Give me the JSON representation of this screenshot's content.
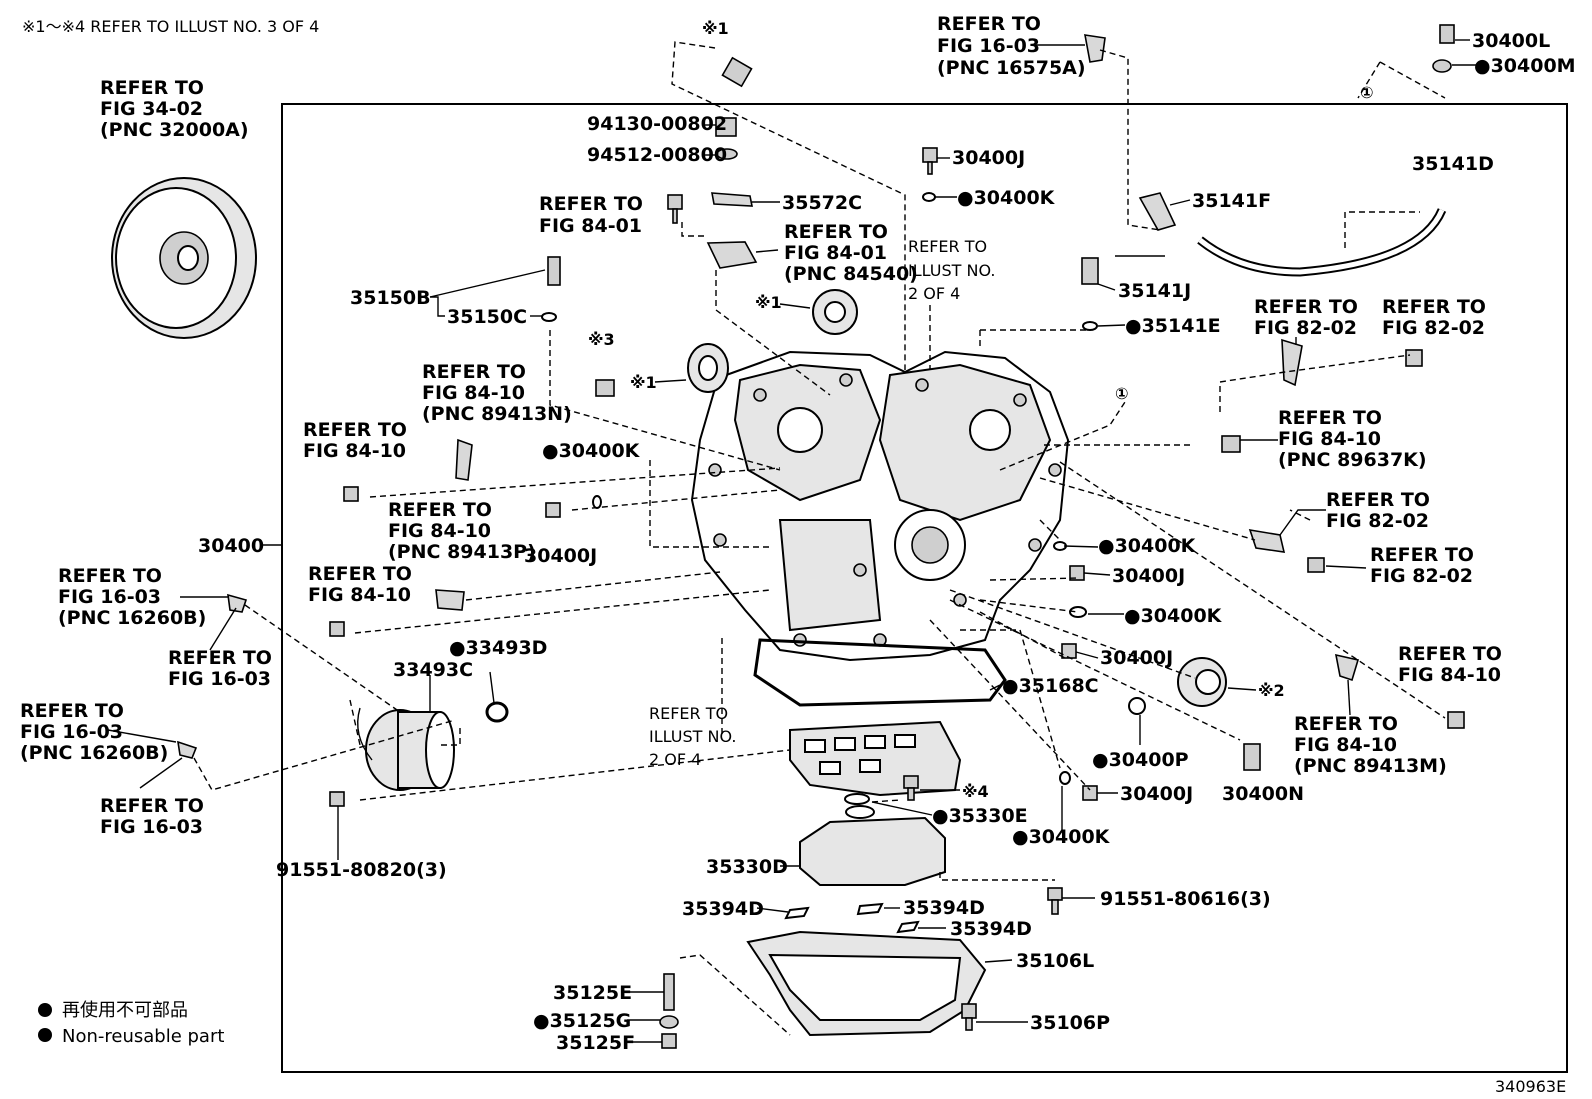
{
  "header_note": "※1～※4 REFER TO ILLUST NO. 3 OF 4",
  "footer_code": "340963E",
  "legend": {
    "japanese": "再使用不可部品",
    "english": "Non-reusable part"
  },
  "labels": {
    "l_30400L": "30400L",
    "l_30400M": "●30400M",
    "l_c1_top": "①",
    "l_c1_mid": "①",
    "l_fig1603_top_1": "REFER TO",
    "l_fig1603_top_2": "FIG 16-03",
    "l_fig1603_top_3": "(PNC 16575A)",
    "l_fig3402_1": "REFER TO",
    "l_fig3402_2": "FIG 34-02",
    "l_fig3402_3": "(PNC 32000A)",
    "l_x1_top": "※1",
    "l_94130": "94130-00802",
    "l_94512": "94512-00800",
    "l_30400J_a": "30400J",
    "l_30400K_a": "●30400K",
    "l_35572C": "35572C",
    "l_fig8401_a_1": "REFER TO",
    "l_fig8401_a_2": "FIG 84-01",
    "l_fig8401_b_1": "REFER TO",
    "l_fig8401_b_2": "FIG 84-01",
    "l_fig8401_b_3": "(PNC 84540)",
    "l_illust2_a_1": "REFER TO",
    "l_illust2_a_2": "ILLUST NO.",
    "l_illust2_a_3": "2 OF 4",
    "l_35141D": "35141D",
    "l_35141F": "35141F",
    "l_35141J": "35141J",
    "l_35141E": "●35141E",
    "l_35150B": "35150B",
    "l_35150C": "35150C",
    "l_x1_mid": "※1",
    "l_x1_left": "※1",
    "l_x3": "※3",
    "l_fig8410_a_1": "REFER TO",
    "l_fig8410_a_2": "FIG 84-10",
    "l_fig8410_a_3": "(PNC 89413N)",
    "l_fig8410_b_1": "REFER TO",
    "l_fig8410_b_2": "FIG 84-10",
    "l_30400K_b": "●30400K",
    "l_fig8410_c_1": "REFER TO",
    "l_fig8410_c_2": "FIG 84-10",
    "l_fig8410_c_3": "(PNC 89413P)",
    "l_30400J_b": "30400J",
    "l_30400": "30400",
    "l_fig1603_l1_1": "REFER TO",
    "l_fig1603_l1_2": "FIG 16-03",
    "l_fig1603_l1_3": "(PNC 16260B)",
    "l_fig1603_l2_1": "REFER TO",
    "l_fig1603_l2_2": "FIG 16-03",
    "l_fig8410_d_1": "REFER TO",
    "l_fig8410_d_2": "FIG 84-10",
    "l_33493D": "●33493D",
    "l_33493C": "33493C",
    "l_fig1603_l3_1": "REFER TO",
    "l_fig1603_l3_2": "FIG 16-03",
    "l_fig1603_l3_3": "(PNC 16260B)",
    "l_fig1603_l4_1": "REFER TO",
    "l_fig1603_l4_2": "FIG 16-03",
    "l_91551_80820": "91551-80820(3)",
    "l_fig8202_a_1": "REFER TO",
    "l_fig8202_a_2": "FIG 82-02",
    "l_fig8202_b_1": "REFER TO",
    "l_fig8202_b_2": "FIG 82-02",
    "l_fig8410_e_1": "REFER TO",
    "l_fig8410_e_2": "FIG 84-10",
    "l_fig8410_e_3": "(PNC 89637K)",
    "l_fig8202_c_1": "REFER TO",
    "l_fig8202_c_2": "FIG 82-02",
    "l_fig8202_d_1": "REFER TO",
    "l_fig8202_d_2": "FIG 82-02",
    "l_30400K_c": "●30400K",
    "l_30400J_c": "30400J",
    "l_30400K_d": "●30400K",
    "l_30400J_d": "30400J",
    "l_fig8410_f_1": "REFER TO",
    "l_fig8410_f_2": "FIG 84-10",
    "l_fig8410_g_1": "REFER TO",
    "l_fig8410_g_2": "FIG 84-10",
    "l_fig8410_g_3": "(PNC 89413M)",
    "l_x2": "※2",
    "l_35168C": "●35168C",
    "l_illust2_b_1": "REFER TO",
    "l_illust2_b_2": "ILLUST NO.",
    "l_illust2_b_3": "2 OF 4",
    "l_30400P": "●30400P",
    "l_30400J_e": "30400J",
    "l_30400N": "30400N",
    "l_x4": "※4",
    "l_35330E": "●35330E",
    "l_30400K_e": "●30400K",
    "l_35330D": "35330D",
    "l_91551_80616": "91551-80616(3)",
    "l_35394D_a": "35394D",
    "l_35394D_b": "35394D",
    "l_35394D_c": "35394D",
    "l_35106L": "35106L",
    "l_35125E": "35125E",
    "l_35125G": "●35125G",
    "l_35125F": "35125F",
    "l_35106P": "35106P"
  }
}
